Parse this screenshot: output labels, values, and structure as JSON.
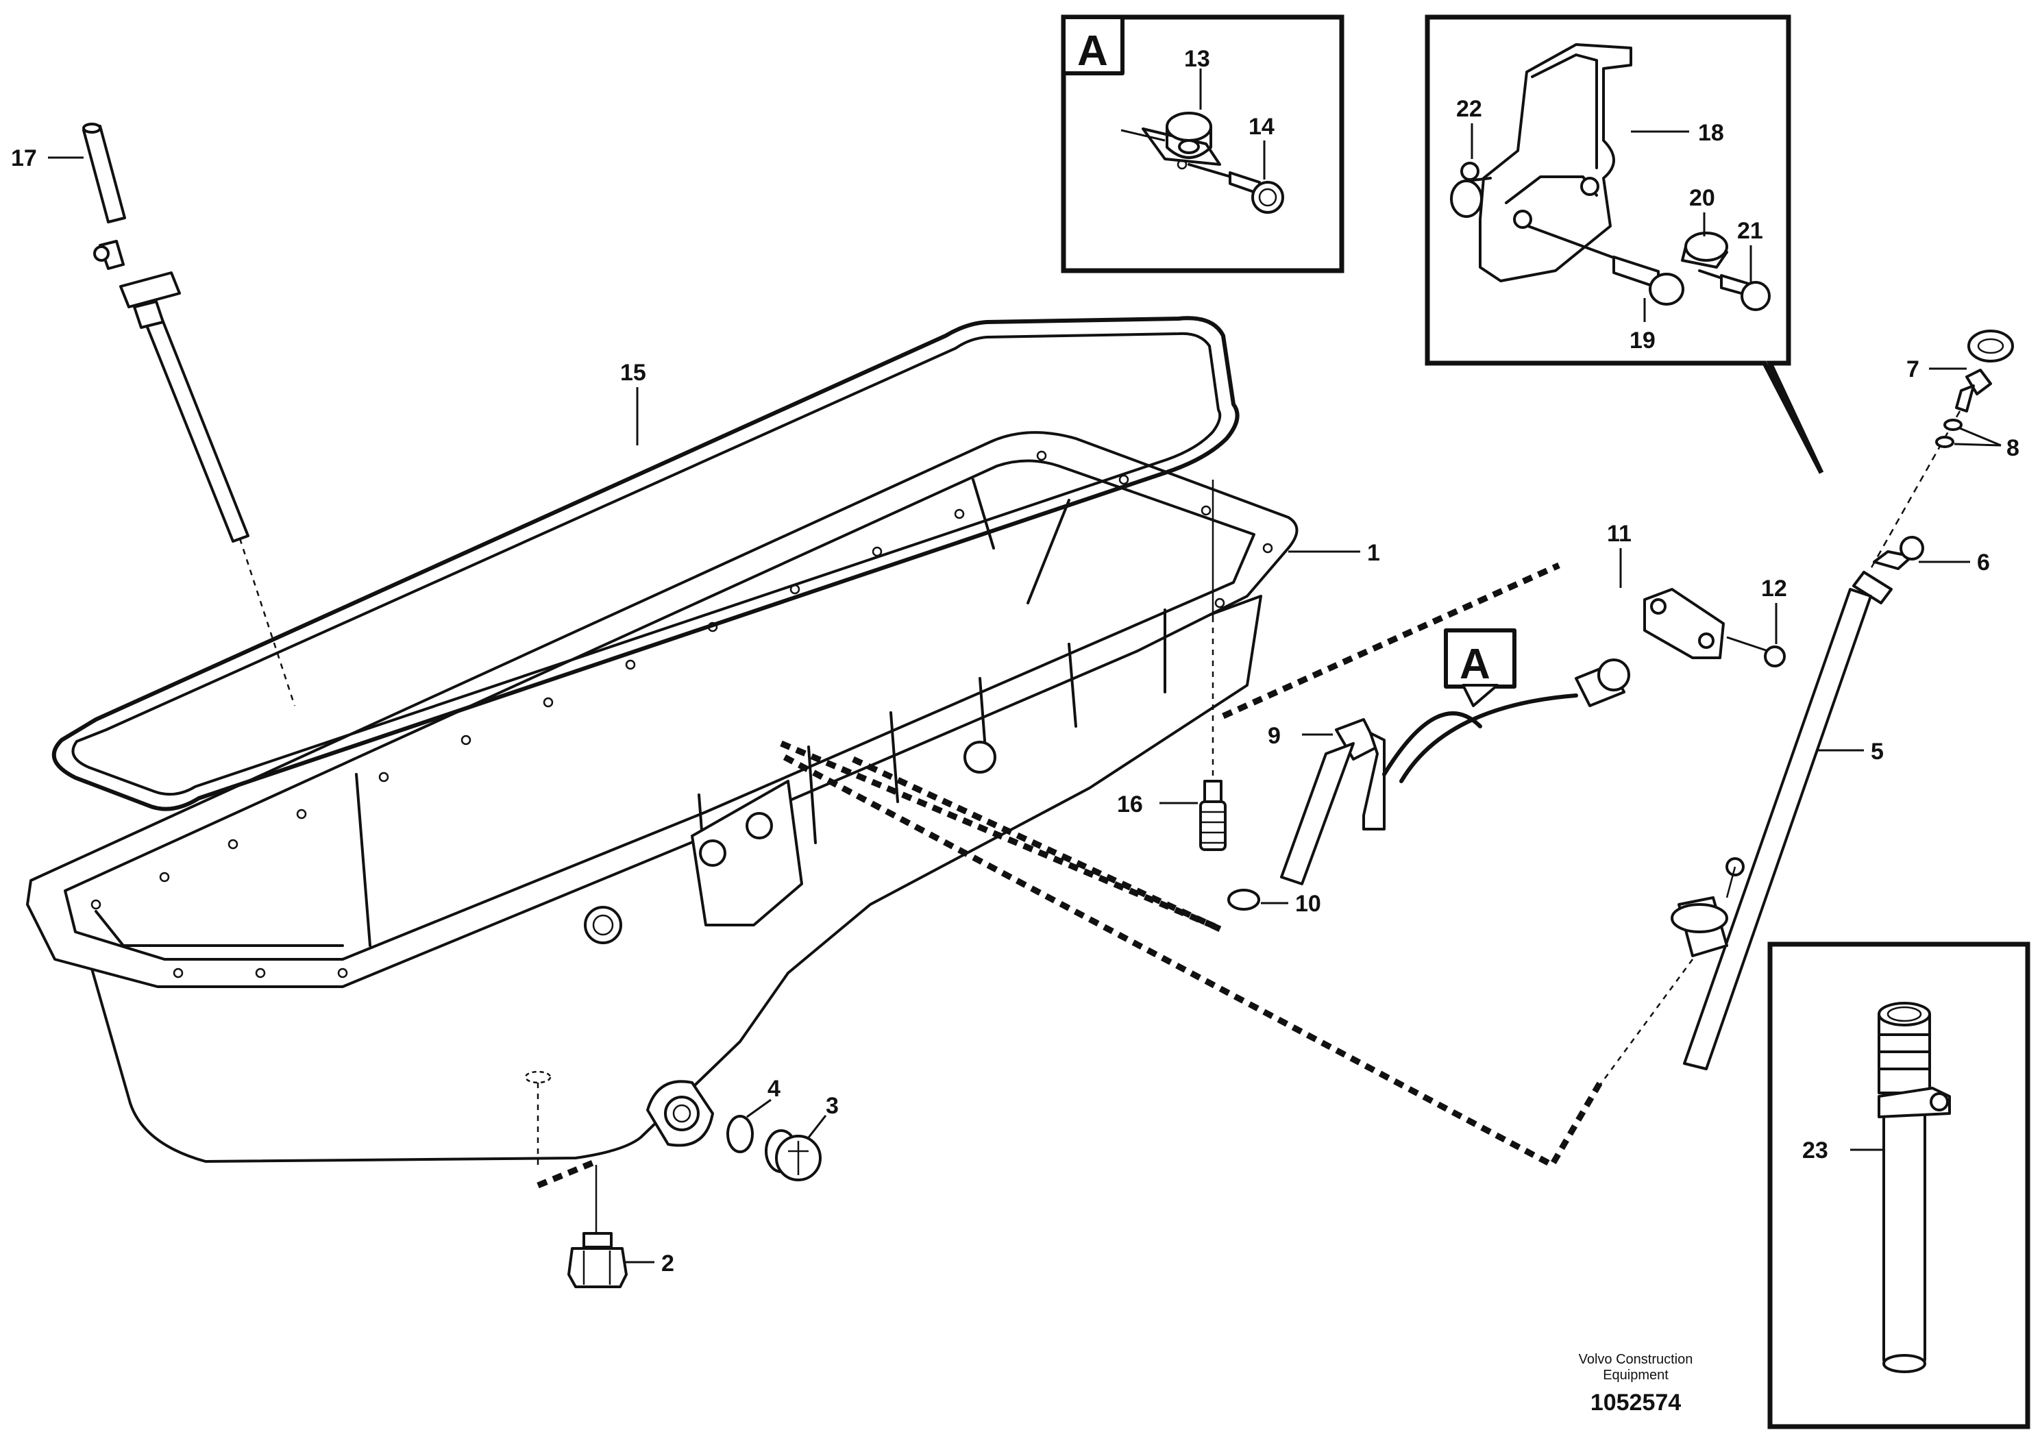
{
  "callouts": {
    "c1": "1",
    "c2": "2",
    "c3": "3",
    "c4": "4",
    "c5": "5",
    "c6": "6",
    "c7": "7",
    "c8": "8",
    "c9": "9",
    "c10": "10",
    "c11": "11",
    "c12": "12",
    "c13": "13",
    "c14": "14",
    "c15": "15",
    "c16": "16",
    "c17": "17",
    "c18": "18",
    "c19": "19",
    "c20": "20",
    "c21": "21",
    "c22": "22",
    "c23": "23"
  },
  "section_label": "A",
  "credit": {
    "line1": "Volvo Construction",
    "line2": "Equipment"
  },
  "document_number": "1052574"
}
